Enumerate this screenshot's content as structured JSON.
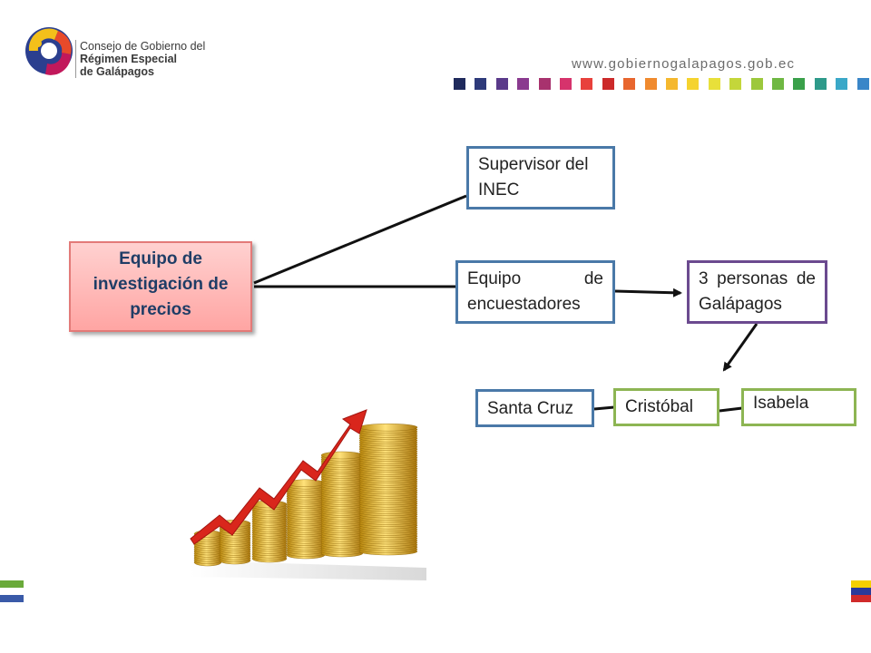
{
  "header": {
    "org_line1": "Consejo de Gobierno del",
    "org_line2": "Régimen Especial",
    "org_line3": "de Galápagos",
    "website": "www.gobiernogalapagos.gob.ec",
    "logo_icon": "galapagos-government-logo",
    "color_strip": [
      "#1f2a5c",
      "#2e3a7a",
      "#5a3a8a",
      "#8a3a8f",
      "#a8326e",
      "#d6336c",
      "#e8413c",
      "#cc2a2a",
      "#e8662e",
      "#f08a2e",
      "#f5b82e",
      "#f5d32e",
      "#e8e03a",
      "#c4d63a",
      "#9cc83c",
      "#6fb843",
      "#3aa04a",
      "#2e9a8a",
      "#3aa8c8",
      "#3a86c8"
    ]
  },
  "diagram": {
    "root": "Equipo de investigación de precios",
    "supervisor": "Supervisor del INEC",
    "team": "Equipo de encuestadores",
    "people": "3 personas de Galápagos",
    "islands": [
      "Santa Cruz",
      "Cristóbal",
      "Isabela"
    ]
  },
  "decor": {
    "illustration_icon": "coin-stacks-growth-arrow-icon",
    "left_flag_colors": [
      "#6aaa3a",
      "#ffffff",
      "#3a5aa8"
    ],
    "right_flag_colors": [
      "#f5d000",
      "#2a3a9a",
      "#d02a2a"
    ]
  }
}
